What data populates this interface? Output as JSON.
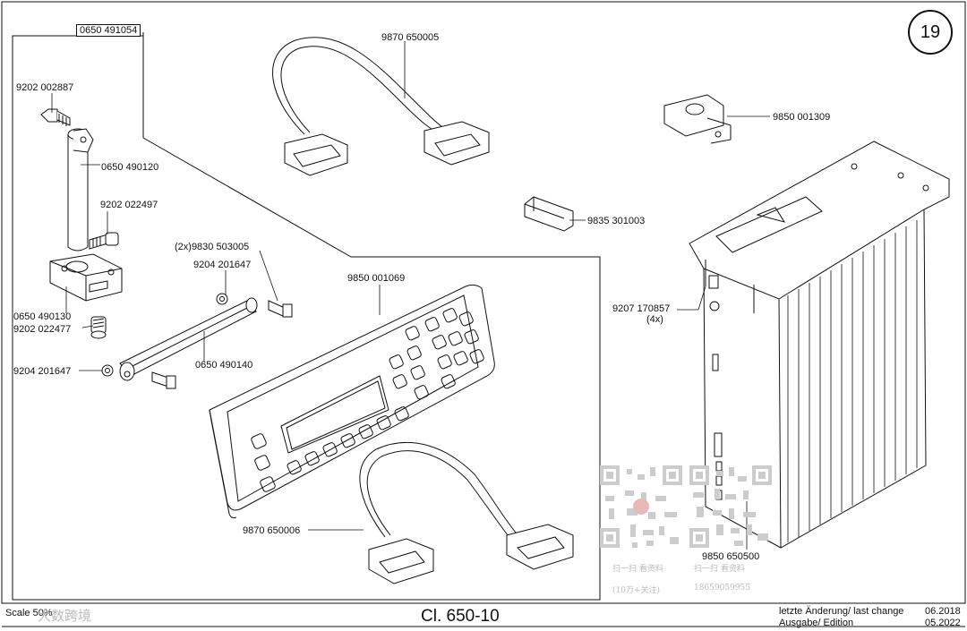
{
  "page_number": "19",
  "assembly_label": "0650 491054",
  "parts": {
    "screw_top": "9202 002887",
    "rod": "0650 490120",
    "screw_mid": "9202 022497",
    "pin_qty": "(2x)9830 503005",
    "washer_upper": "9204 201647",
    "clamp": "0650 490130",
    "screw_bottom": "9202 022477",
    "washer_lower": "9204 201647",
    "bar": "0650 490140",
    "cable_top": "9870 650005",
    "terminal": "9850 001069",
    "cable_bottom": "9870 650006",
    "bracket": "9850 001309",
    "dongle": "9835 301003",
    "mount_screw": "9207 170857",
    "mount_screw_qty": "(4x)",
    "controller": "9850 650500"
  },
  "footer": {
    "scale": "Scale 50%",
    "title": "Cl. 650-10",
    "last_change_label": "letzte Änderung/ last change",
    "last_change_date": "06.2018",
    "edition_label": "Ausgabe/ Edition",
    "edition_date": "05.2022"
  },
  "watermark": {
    "text": "大数跨境",
    "qr_caption_1": "扫一扫 看资料",
    "qr_caption_2": "(10万+关注)",
    "qr_caption_3": "扫一扫 看资料",
    "qr_caption_4": "18659059955"
  }
}
